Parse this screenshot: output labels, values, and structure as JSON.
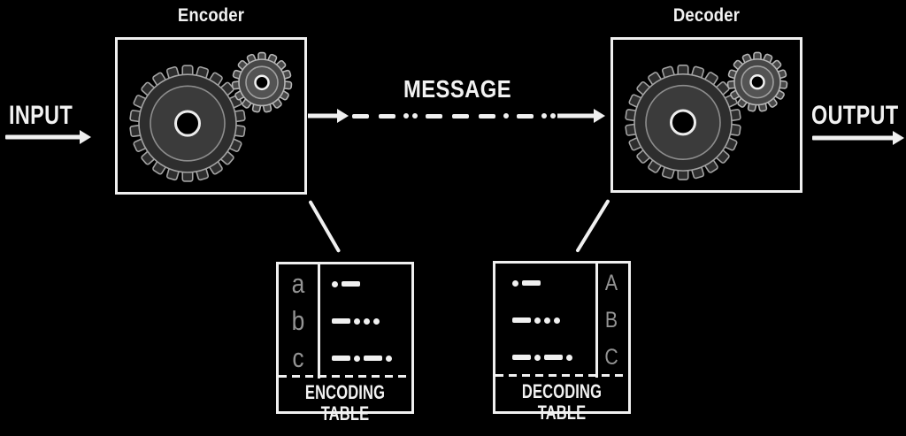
{
  "diagram": {
    "input_label": "INPUT",
    "output_label": "OUTPUT",
    "encoder_title": "Encoder",
    "decoder_title": "Decoder",
    "message": {
      "label": "MESSAGE",
      "morse": "- - .. - - - . - .."
    },
    "encoding_table": {
      "caption": "ENCODING TABLE",
      "rows": [
        {
          "letter": "a",
          "code": ".-"
        },
        {
          "letter": "b",
          "code": "-..."
        },
        {
          "letter": "c",
          "code": "-.-."
        }
      ]
    },
    "decoding_table": {
      "caption": "DECODING TABLE",
      "rows": [
        {
          "code": ".-",
          "letter": "A"
        },
        {
          "code": "-...",
          "letter": "B"
        },
        {
          "code": "-.-.",
          "letter": "C"
        }
      ]
    },
    "colors": {
      "background": "#000000",
      "foreground": "#f0f0f0",
      "letter_gray": "#949494"
    }
  }
}
